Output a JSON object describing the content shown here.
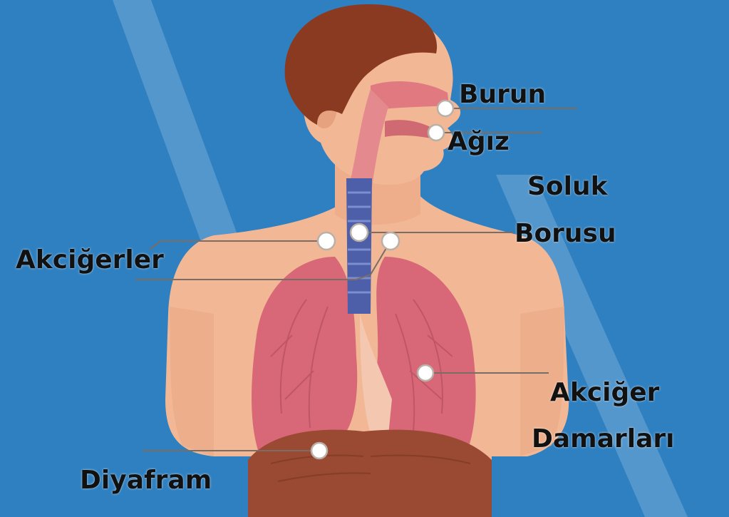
{
  "colors": {
    "background": "#2f80c1",
    "skin": "#f2b896",
    "hair": "#8b3a22",
    "lung": "#d86878",
    "trachea": "#4d5fa8",
    "diaphragm": "#9a4a32",
    "label_text": "#111111"
  },
  "labels": {
    "burun": "Burun",
    "agiz": "Ağız",
    "soluk_borusu_line1": "Soluk",
    "soluk_borusu_line2": "Borusu",
    "akcigerler": "Akciğerler",
    "akciger_damarlari_line1": "Akciğer",
    "akciger_damarlari_line2": "Damarları",
    "diyafram": "Diyafram"
  }
}
